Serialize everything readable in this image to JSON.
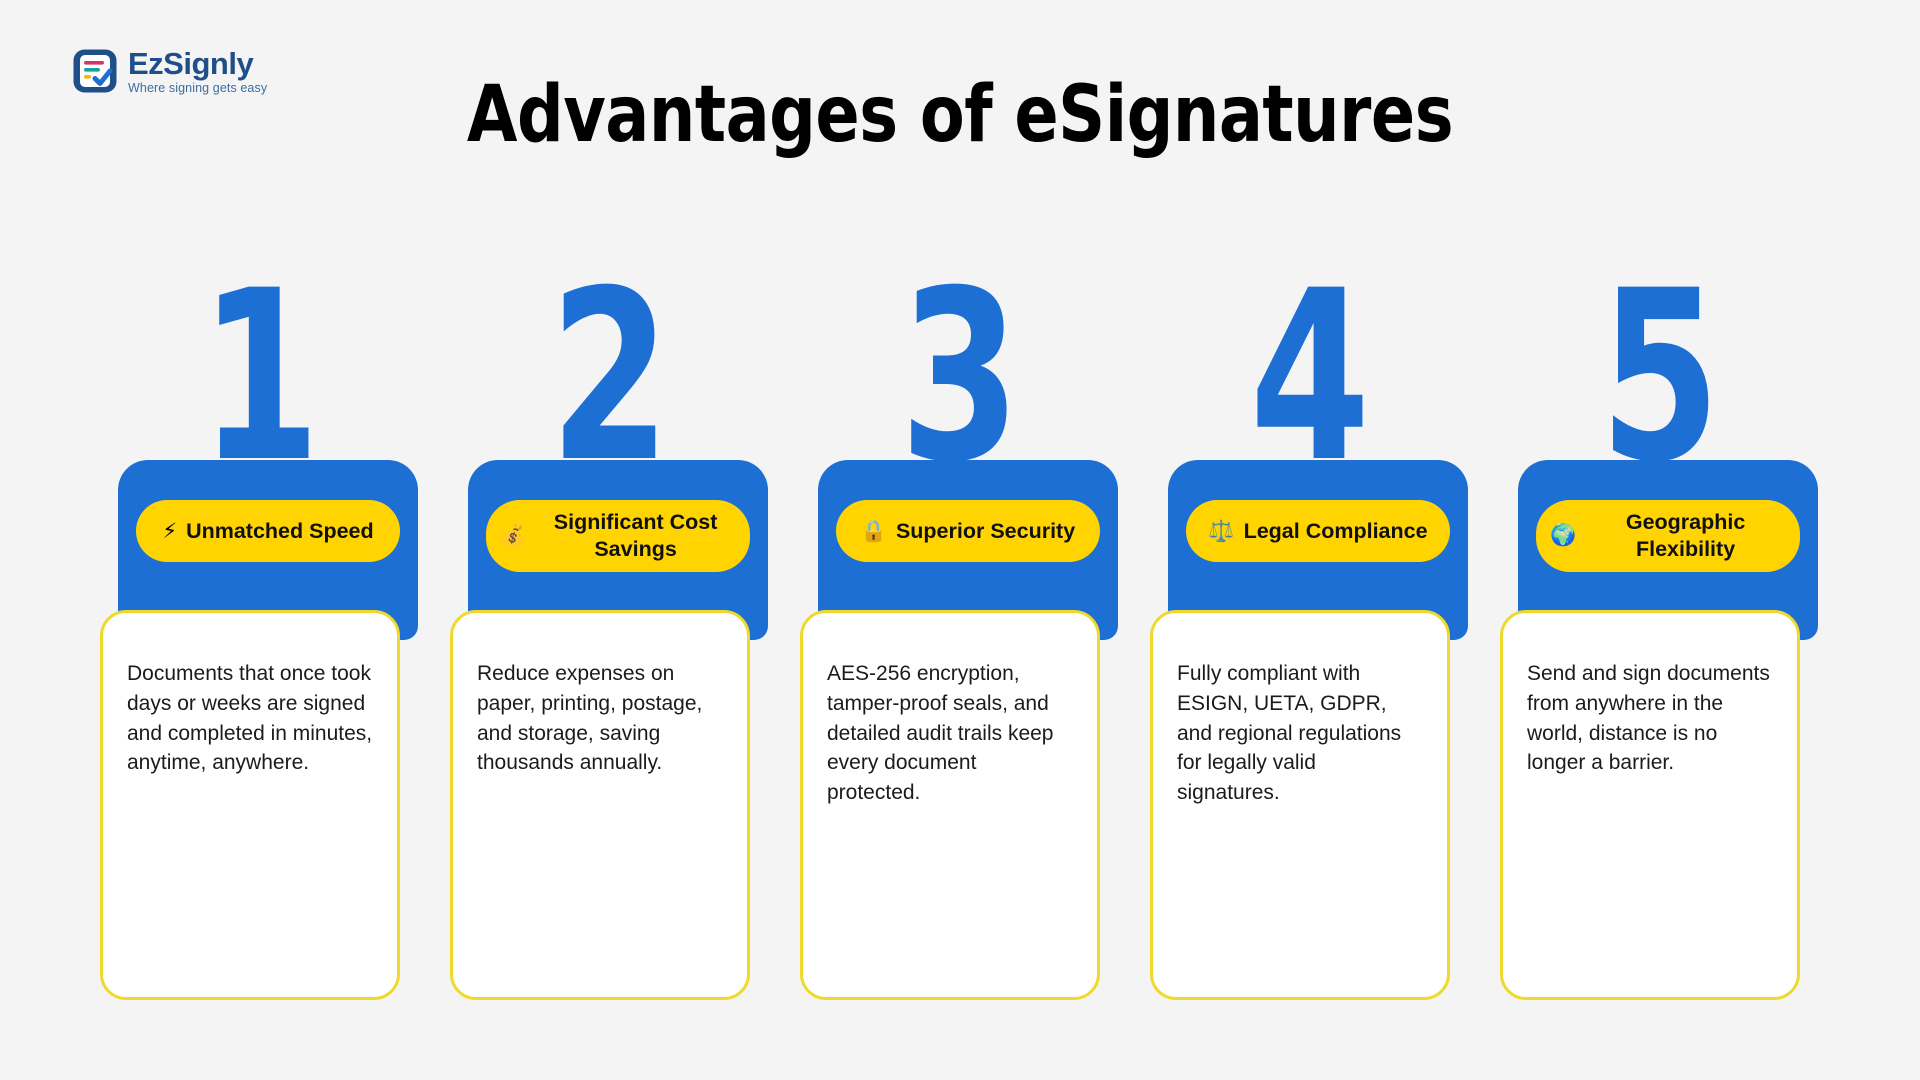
{
  "brand": {
    "name": "EzSignly",
    "tagline": "Where signing gets easy",
    "logo_icon": "document-check-icon",
    "primary_blue": "#1d6fd4",
    "logo_blue": "#1f4f8b",
    "accent_yellow": "#ffd400",
    "border_yellow": "#efd92c",
    "background": "#f4f4f4"
  },
  "header": {
    "title": "Advantages of eSignatures"
  },
  "cards": [
    {
      "number": "1",
      "emoji": "⚡",
      "emoji_name": "lightning-bolt-icon",
      "title": "Unmatched Speed",
      "body": "Documents that once took days or weeks are signed and completed in minutes, anytime, anywhere."
    },
    {
      "number": "2",
      "emoji": "💰",
      "emoji_name": "money-bag-icon",
      "title": "Significant Cost Savings",
      "body": "Reduce expenses on paper, printing, postage, and storage, saving thousands annually."
    },
    {
      "number": "3",
      "emoji": "🔒",
      "emoji_name": "lock-icon",
      "title": "Superior Security",
      "body": "AES-256 encryption, tamper-proof seals, and detailed audit trails keep every document protected."
    },
    {
      "number": "4",
      "emoji": "⚖️",
      "emoji_name": "balance-scale-icon",
      "title": "Legal Compliance",
      "body": "Fully compliant with ESIGN, UETA, GDPR, and regional regulations for legally valid signatures."
    },
    {
      "number": "5",
      "emoji": "🌍",
      "emoji_name": "globe-icon",
      "title": "Geographic Flexibility",
      "body": "Send and sign documents from anywhere in the world, distance is no longer a barrier."
    }
  ]
}
